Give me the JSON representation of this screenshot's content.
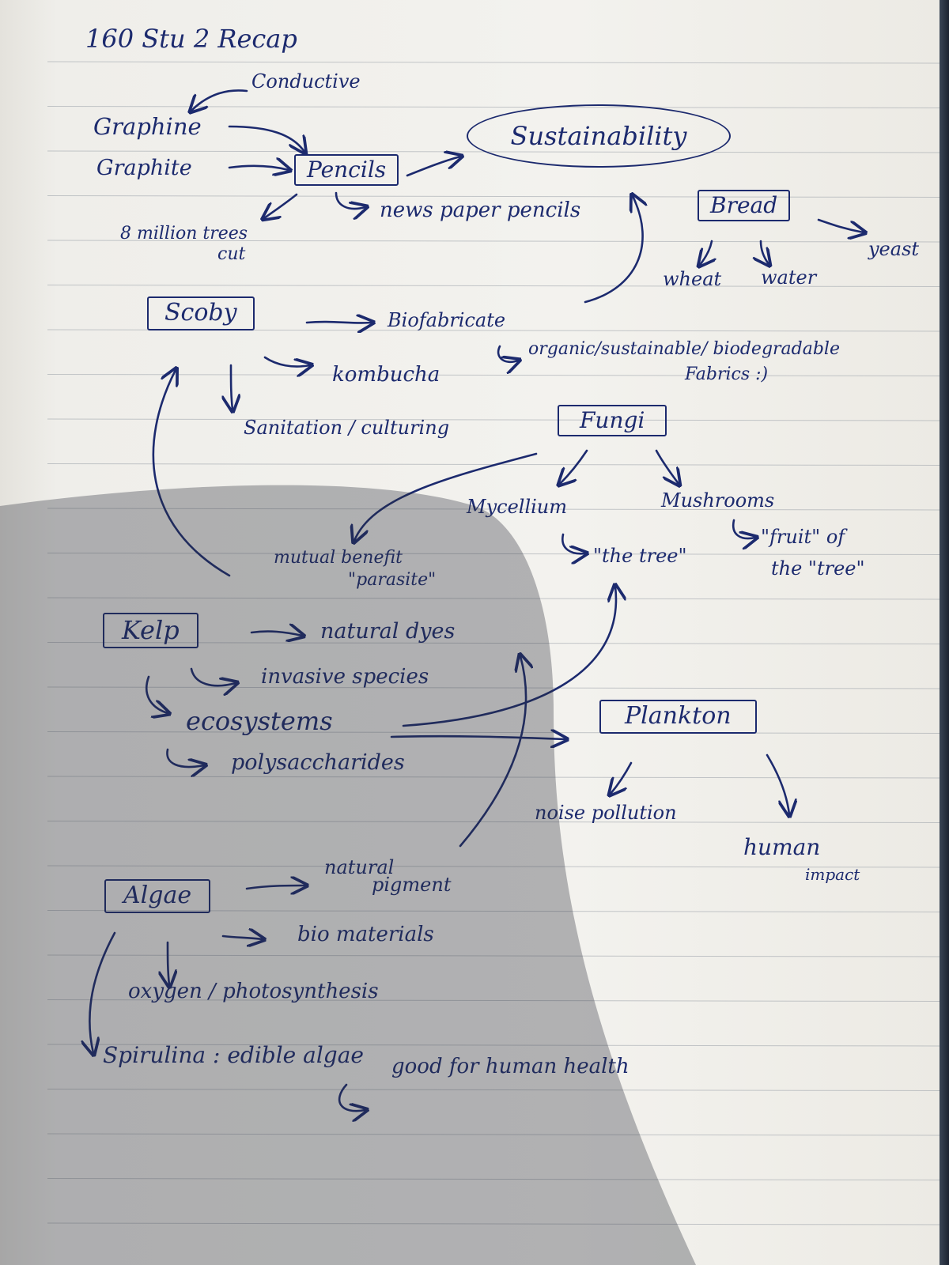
{
  "header": {
    "title": "160 Stu 2   Recap"
  },
  "nodes": {
    "sustainability": "Sustainability",
    "pencils": "Pencils",
    "bread": "Bread",
    "scoby": "Scoby",
    "fungi": "Fungi",
    "kelp": "Kelp",
    "plankton": "Plankton",
    "algae": "Algae"
  },
  "notes": {
    "conductive": "Conductive",
    "graphine": "Graphine",
    "graphite": "Graphite",
    "trees_cut_1": "8 million trees",
    "trees_cut_2": "cut",
    "newspaper_pencils": "news paper pencils",
    "wheat": "wheat",
    "water": "water",
    "yeast": "yeast",
    "biofabricate": "Biofabricate",
    "fabrics_1": "organic/sustainable/ biodegradable",
    "fabrics_2": "Fabrics :)",
    "kombucha": "kombucha",
    "sanitation": "Sanitation / culturing",
    "mycellium": "Mycellium",
    "mushrooms": "Mushrooms",
    "the_tree": "\"the tree\"",
    "fruit_1": "\"fruit\" of",
    "fruit_2": "the \"tree\"",
    "mutual_benefit": "mutual benefit",
    "parasite": "\"parasite\"",
    "natural_dyes": "natural dyes",
    "invasive_species": "invasive species",
    "ecosystems": "ecosystems",
    "polysaccharides": "polysaccharides",
    "noise_pollution": "noise pollution",
    "human": "human",
    "impact": "impact",
    "natural_pigment_1": "natural",
    "natural_pigment_2": "pigment",
    "bio_materials": "bio materials",
    "oxygen": "oxygen / photosynthesis",
    "spirulina": "Spirulina : edible algae",
    "good_for_health": "good for human health"
  },
  "colors": {
    "ink": "#1c2a6e",
    "paper": "#f3f2ee",
    "rule": "#9aa0a8"
  }
}
